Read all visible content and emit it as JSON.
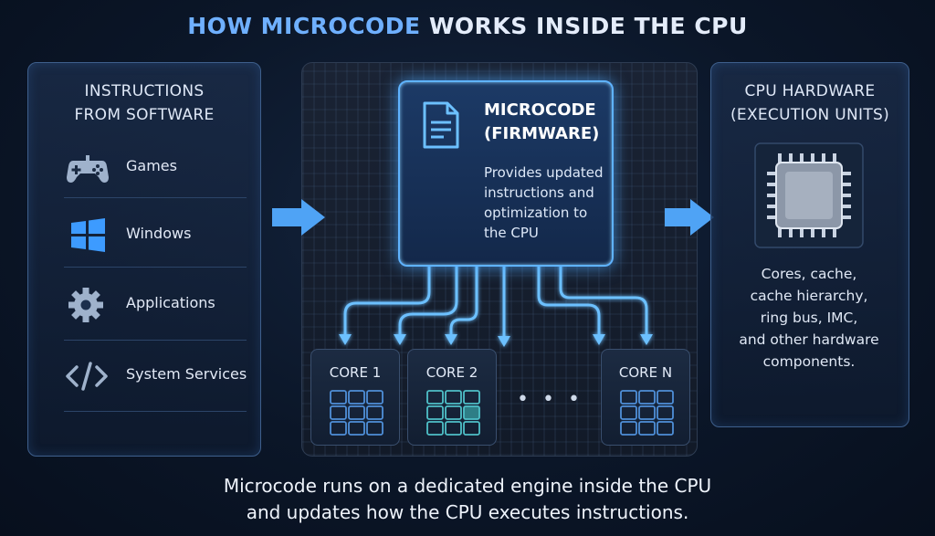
{
  "title": {
    "accent": "HOW MICROCODE",
    "rest": "WORKS INSIDE THE CPU"
  },
  "software_panel": {
    "heading_line1": "INSTRUCTIONS",
    "heading_line2": "FROM SOFTWARE",
    "items": [
      {
        "label": "Games",
        "icon": "gamepad-icon"
      },
      {
        "label": "Windows",
        "icon": "windows-logo-icon"
      },
      {
        "label": "Applications",
        "icon": "gear-icon"
      },
      {
        "label": "System Services",
        "icon": "code-brackets-icon"
      }
    ]
  },
  "microcode": {
    "title_line1": "MICROCODE",
    "title_line2": "(FIRMWARE)",
    "description": "Provides updated instructions and optimization to the CPU",
    "icon": "document-icon"
  },
  "cores": [
    {
      "label": "CORE 1"
    },
    {
      "label": "CORE 2"
    },
    {
      "label": "CORE N"
    }
  ],
  "core_ellipsis": "• • •",
  "hardware_panel": {
    "heading_line1": "CPU HARDWARE",
    "heading_line2": "(EXECUTION UNITS)",
    "icon": "cpu-chip-icon",
    "description_lines": [
      "Cores, cache,",
      "cache hierarchy,",
      "ring bus, IMC,",
      "and other hardware",
      "components."
    ]
  },
  "caption": {
    "line1": "Microcode runs on a dedicated engine inside the CPU",
    "line2": "and updates how the CPU executes instructions."
  },
  "colors": {
    "accent_blue": "#6fb0ff",
    "glow_blue": "#5fb3ff",
    "background": "#0a1324"
  }
}
